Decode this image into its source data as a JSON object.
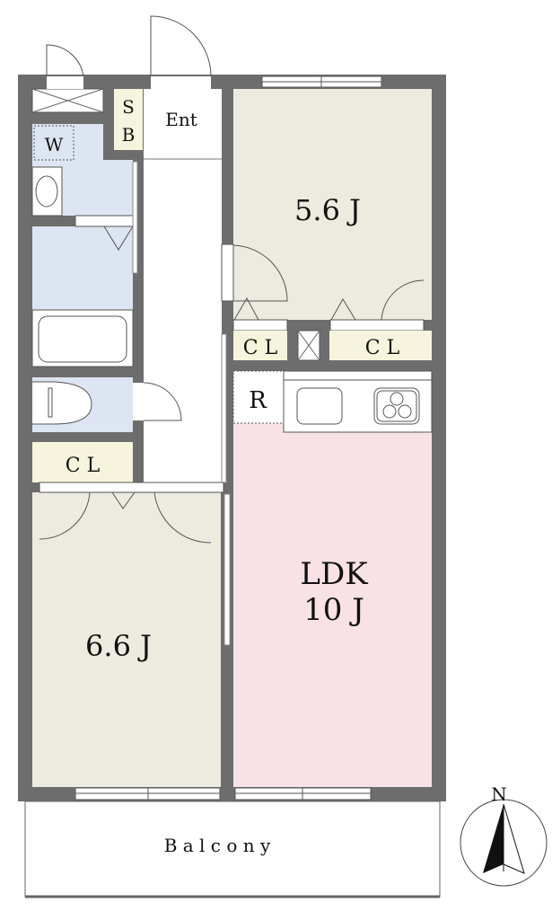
{
  "rooms": {
    "room_a": "5.6 J",
    "room_b": "6.6 J",
    "ldk_line1": "LDK",
    "ldk_line2": "10 J",
    "entrance": "Ent",
    "shoe_box_s": "S",
    "shoe_box_b": "B",
    "washer": "W",
    "closet_left": "C L",
    "closet_mid": "C L",
    "closet_right": "C L",
    "refrigerator": "R",
    "balcony": "B a l c o n y"
  },
  "compass": {
    "label": "N"
  },
  "colors": {
    "wall": "#6d6d6d",
    "room": "#edeae0",
    "wet": "#dde5f2",
    "closet": "#f6f4dc",
    "ldk": "#f8e2e5"
  }
}
